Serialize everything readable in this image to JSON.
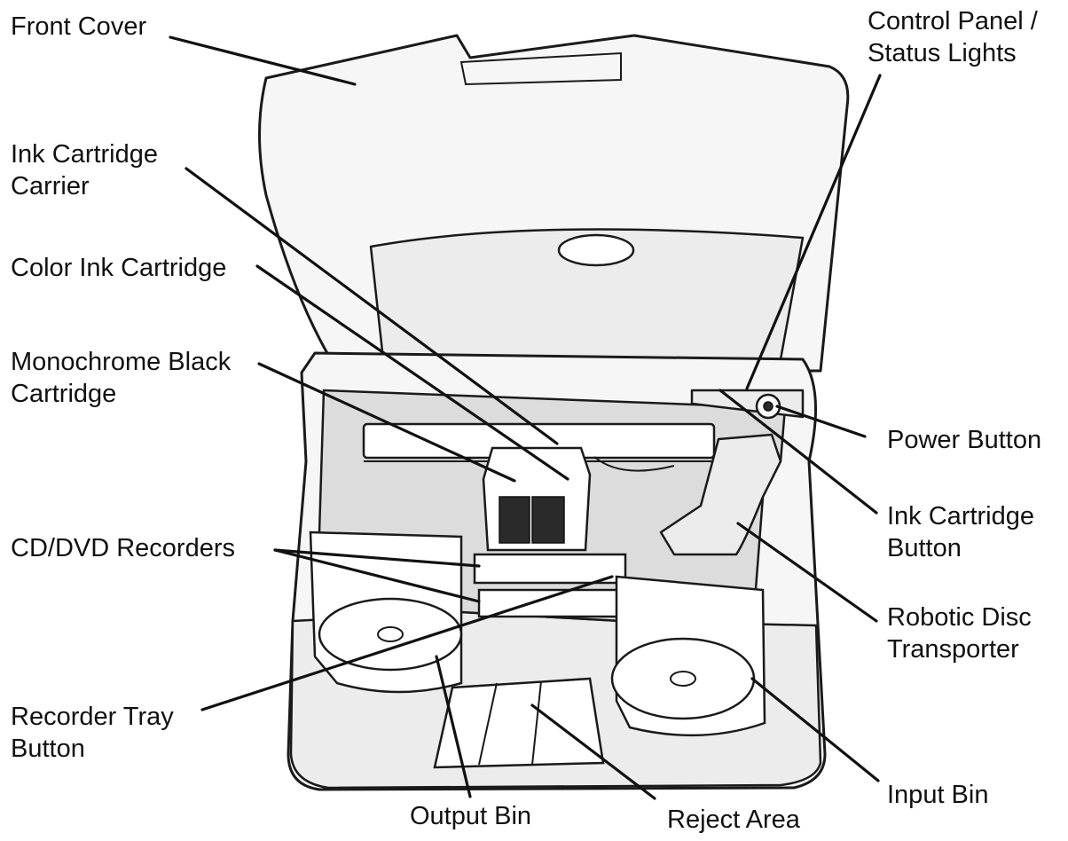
{
  "labels": {
    "front_cover": {
      "lines": [
        "Front Cover"
      ]
    },
    "control_panel": {
      "lines": [
        "Control Panel /",
        "Status Lights"
      ]
    },
    "ink_cartridge_carrier": {
      "lines": [
        "Ink Cartridge",
        "Carrier"
      ]
    },
    "color_ink_cartridge": {
      "lines": [
        "Color Ink Cartridge"
      ]
    },
    "monochrome_black_cartridge": {
      "lines": [
        "Monochrome Black",
        "Cartridge"
      ]
    },
    "power_button": {
      "lines": [
        "Power Button"
      ]
    },
    "ink_cartridge_button": {
      "lines": [
        "Ink Cartridge",
        "Button"
      ]
    },
    "cd_dvd_recorders": {
      "lines": [
        "CD/DVD Recorders"
      ]
    },
    "robotic_disc_transporter": {
      "lines": [
        "Robotic Disc",
        "Transporter"
      ]
    },
    "recorder_tray_button": {
      "lines": [
        "Recorder Tray",
        "Button"
      ]
    },
    "input_bin": {
      "lines": [
        "Input Bin"
      ]
    },
    "output_bin": {
      "lines": [
        "Output Bin"
      ]
    },
    "reject_area": {
      "lines": [
        "Reject Area"
      ]
    }
  },
  "colors": {
    "line": "#111111",
    "device_fill": "#f6f6f6",
    "shade": "#ececec"
  }
}
